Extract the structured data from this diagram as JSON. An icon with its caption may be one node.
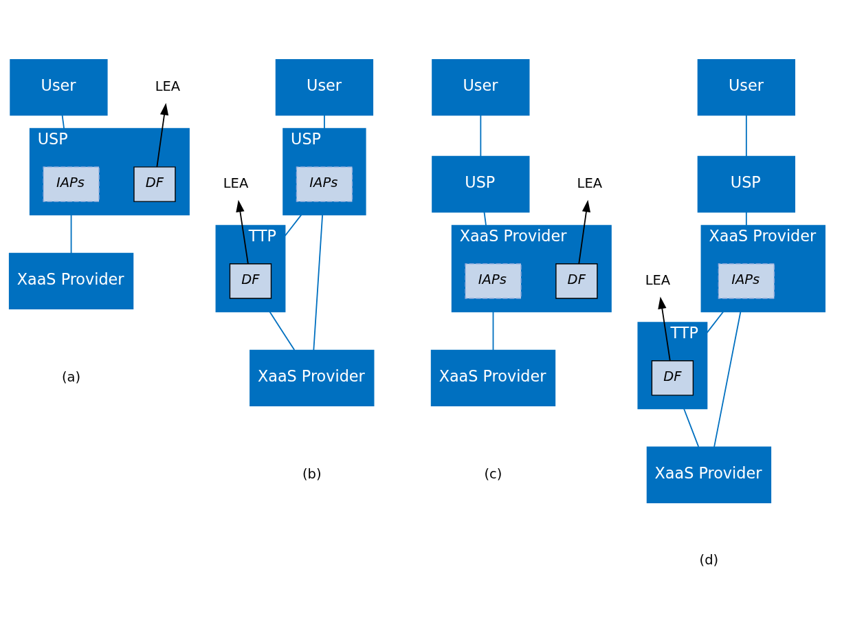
{
  "diagram": {
    "nodes": [
      {
        "text": [
          "User"
        ]
      },
      {
        "text": [
          "USP"
        ]
      },
      {
        "text": [
          "IAPs"
        ],
        "in": 1
      },
      {
        "text": [
          "DF"
        ],
        "in": 1
      },
      {
        "text": [
          "LEA"
        ]
      },
      {
        "text": [
          "XaaS Provider"
        ]
      },
      {
        "text": [
          "User"
        ]
      },
      {
        "text": [
          "USP"
        ]
      },
      {
        "text": [
          "IAPs"
        ],
        "in": 7
      },
      {
        "text": [
          "TTP"
        ]
      },
      {
        "text": [
          "DF"
        ],
        "in": 9
      },
      {
        "text": [
          "LEA"
        ]
      },
      {
        "text": [
          "XaaS Provider"
        ]
      },
      {
        "text": [
          "User"
        ]
      },
      {
        "text": [
          "USP"
        ]
      },
      {
        "text": [
          "XaaS Provider"
        ]
      },
      {
        "text": [
          "IAPs"
        ],
        "in": 15
      },
      {
        "text": [
          "DF"
        ],
        "in": 15
      },
      {
        "text": [
          "LEA"
        ]
      },
      {
        "text": [
          "XaaS Provider"
        ]
      },
      {
        "text": [
          "User"
        ]
      },
      {
        "text": [
          "USP"
        ]
      },
      {
        "text": [
          "XaaS Provider"
        ]
      },
      {
        "text": [
          "IAPs"
        ],
        "in": 22
      },
      {
        "text": [
          "TTP"
        ]
      },
      {
        "text": [
          "DF"
        ],
        "in": 24
      },
      {
        "text": [
          "LEA"
        ]
      },
      {
        "text": [
          "XaaS Provider"
        ]
      }
    ],
    "edges": [
      {
        "from": 0,
        "to": 1,
        "arrow": "none"
      },
      {
        "from": 3,
        "to": 4,
        "arrow": "to",
        "color": "#000000"
      },
      {
        "from": 1,
        "to": 5,
        "arrow": "none"
      },
      {
        "from": 6,
        "to": 7,
        "arrow": "none"
      },
      {
        "from": 7,
        "to": 9,
        "arrow": "none"
      },
      {
        "from": 10,
        "to": 11,
        "arrow": "to",
        "color": "#000000"
      },
      {
        "from": 7,
        "to": 12,
        "arrow": "none"
      },
      {
        "from": 9,
        "to": 12,
        "arrow": "none"
      },
      {
        "from": 13,
        "to": 14,
        "arrow": "none"
      },
      {
        "from": 14,
        "to": 15,
        "arrow": "none"
      },
      {
        "from": 17,
        "to": 18,
        "arrow": "to",
        "color": "#000000"
      },
      {
        "from": 15,
        "to": 19,
        "arrow": "none"
      },
      {
        "from": 20,
        "to": 21,
        "arrow": "none"
      },
      {
        "from": 21,
        "to": 22,
        "arrow": "none"
      },
      {
        "from": 22,
        "to": 24,
        "arrow": "none"
      },
      {
        "from": 25,
        "to": 26,
        "arrow": "to",
        "color": "#000000"
      },
      {
        "from": 22,
        "to": 27,
        "arrow": "none"
      },
      {
        "from": 24,
        "to": 27,
        "arrow": "none"
      }
    ],
    "labels": [
      "(a)",
      "(b)",
      "(c)",
      "(d)"
    ]
  }
}
